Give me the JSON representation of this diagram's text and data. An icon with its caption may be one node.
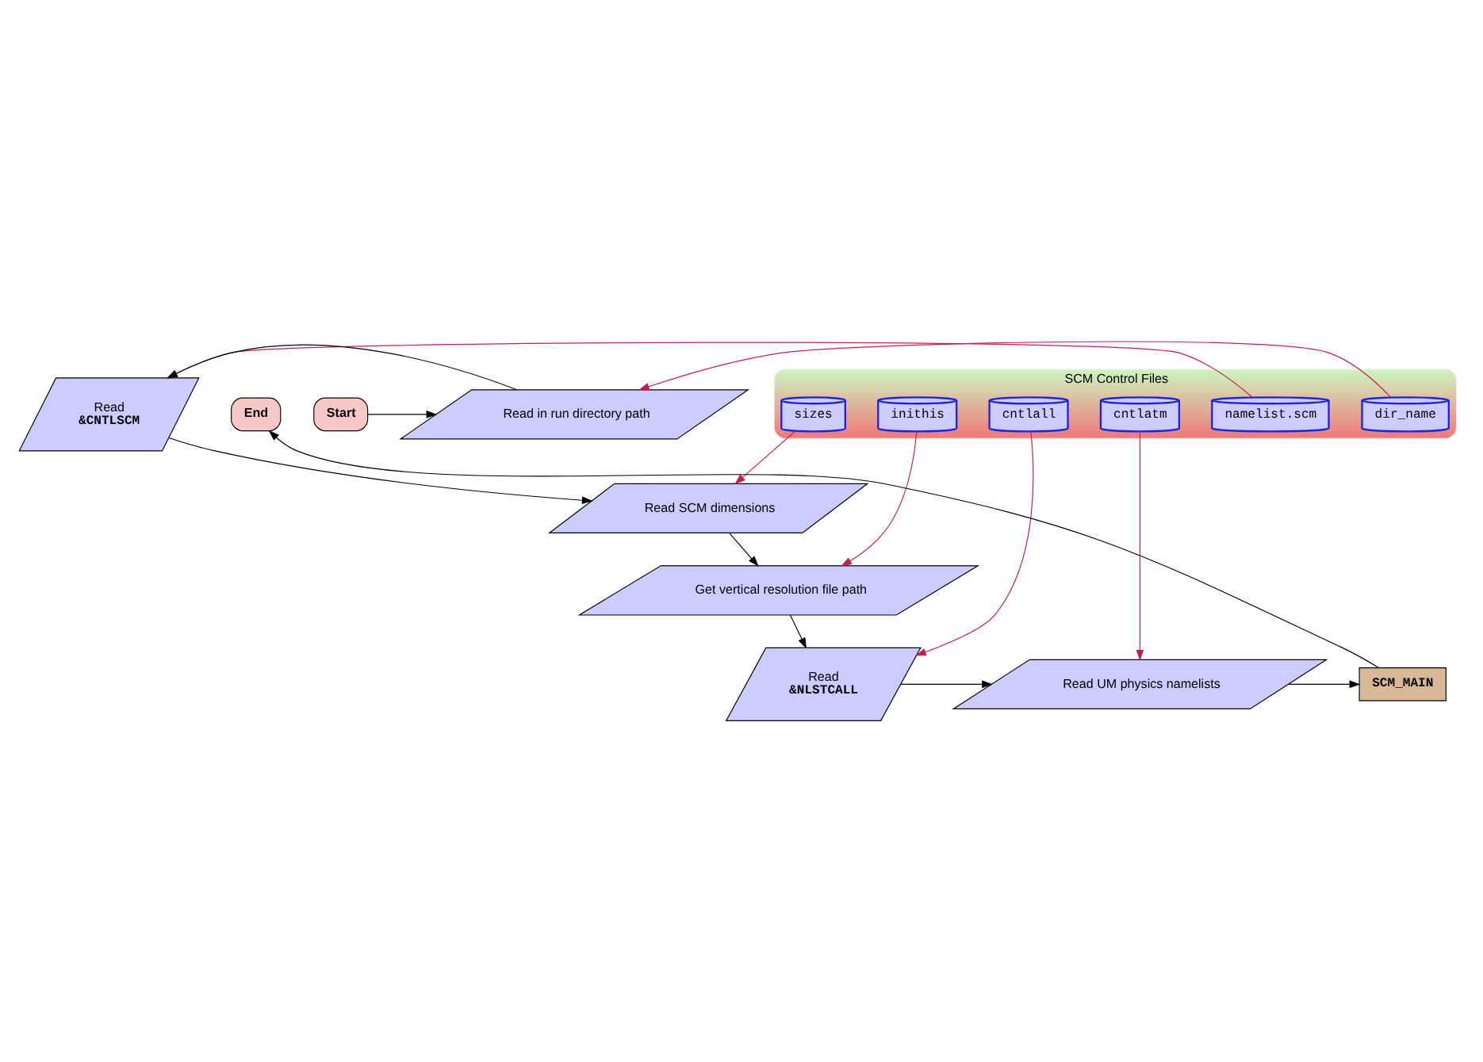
{
  "diagram": {
    "nodes": [
      {
        "text": [
          "Start"
        ]
      },
      {
        "text": [
          "Read in run directory path"
        ]
      },
      {
        "text": [
          "Read",
          "&CNTLSCM"
        ]
      },
      {
        "text": [
          "SCM Control Files"
        ]
      },
      {
        "text": [
          "dir_name"
        ],
        "in": 3
      },
      {
        "text": [
          "namelist.scm"
        ],
        "in": 3
      },
      {
        "text": [
          "sizes"
        ],
        "in": 3
      },
      {
        "text": [
          "inithis"
        ],
        "in": 3
      },
      {
        "text": [
          "cntlatm"
        ],
        "in": 3
      },
      {
        "text": [
          "cntlall"
        ],
        "in": 3
      },
      {
        "text": [
          "Read SCM dimensions"
        ]
      },
      {
        "text": [
          "Get vertical resolution file path"
        ]
      },
      {
        "text": [
          "Read",
          "&NLSTCALL"
        ]
      },
      {
        "text": [
          "Read UM physics namelists"
        ]
      },
      {
        "text": [
          "SCM_MAIN"
        ]
      },
      {
        "text": [
          "End"
        ]
      }
    ],
    "edges": [
      {
        "from": 0,
        "to": 1,
        "arrow": "to"
      },
      {
        "from": 1,
        "to": 2,
        "arrow": "to"
      },
      {
        "from": 2,
        "to": 10,
        "arrow": "to"
      },
      {
        "from": 10,
        "to": 11,
        "arrow": "to"
      },
      {
        "from": 11,
        "to": 12,
        "arrow": "to"
      },
      {
        "from": 12,
        "to": 13,
        "arrow": "to"
      },
      {
        "from": 13,
        "to": 14,
        "arrow": "to"
      },
      {
        "from": 14,
        "to": 15,
        "arrow": "to"
      },
      {
        "from": 4,
        "to": 1,
        "arrow": "to",
        "color": "#c0204e"
      },
      {
        "from": 5,
        "to": 2,
        "arrow": "to",
        "color": "#c0204e"
      },
      {
        "from": 6,
        "to": 10,
        "arrow": "to",
        "color": "#c0204e"
      },
      {
        "from": 7,
        "to": 11,
        "arrow": "to",
        "color": "#c0204e"
      },
      {
        "from": 8,
        "to": 13,
        "arrow": "to",
        "color": "#c0204e"
      },
      {
        "from": 9,
        "to": 12,
        "arrow": "to",
        "color": "#c0204e"
      }
    ]
  }
}
